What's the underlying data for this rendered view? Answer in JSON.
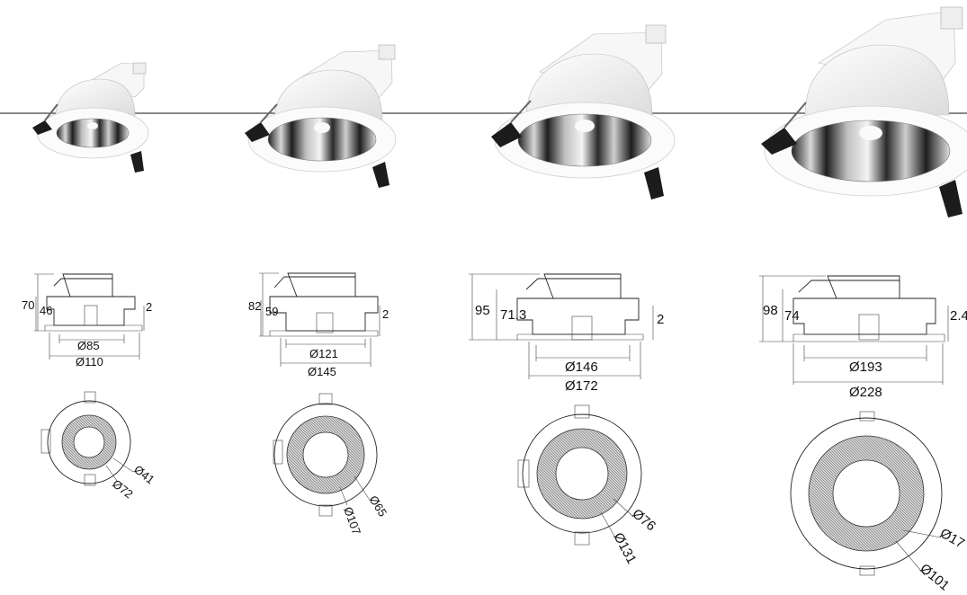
{
  "products": [
    {
      "id": "small",
      "side": {
        "height": "70",
        "body_height": "46",
        "flange": "2",
        "cutout": "Ø85",
        "outer": "Ø110"
      },
      "front": {
        "aperture": "Ø41",
        "reflector": "Ø72"
      }
    },
    {
      "id": "medium",
      "side": {
        "height": "82",
        "body_height": "59",
        "flange": "2",
        "cutout": "Ø121",
        "outer": "Ø145"
      },
      "front": {
        "aperture": "Ø65",
        "reflector": "Ø107"
      }
    },
    {
      "id": "large",
      "side": {
        "height": "95",
        "body_height": "71.3",
        "flange": "2",
        "cutout": "Ø146",
        "outer": "Ø172"
      },
      "front": {
        "aperture": "Ø76",
        "reflector": "Ø131"
      }
    },
    {
      "id": "xlarge",
      "side": {
        "height": "98",
        "body_height": "74",
        "flange": "2.4",
        "cutout": "Ø193",
        "outer": "Ø228"
      },
      "front": {
        "aperture": "Ø17",
        "reflector": "Ø101"
      }
    }
  ],
  "colors": {
    "line": "#222222",
    "housing": "#f2f2f2",
    "reflector_dark": "#1a1a1a",
    "reflector_mid": "#9a9a9a",
    "clip": "#1c1c1c"
  }
}
